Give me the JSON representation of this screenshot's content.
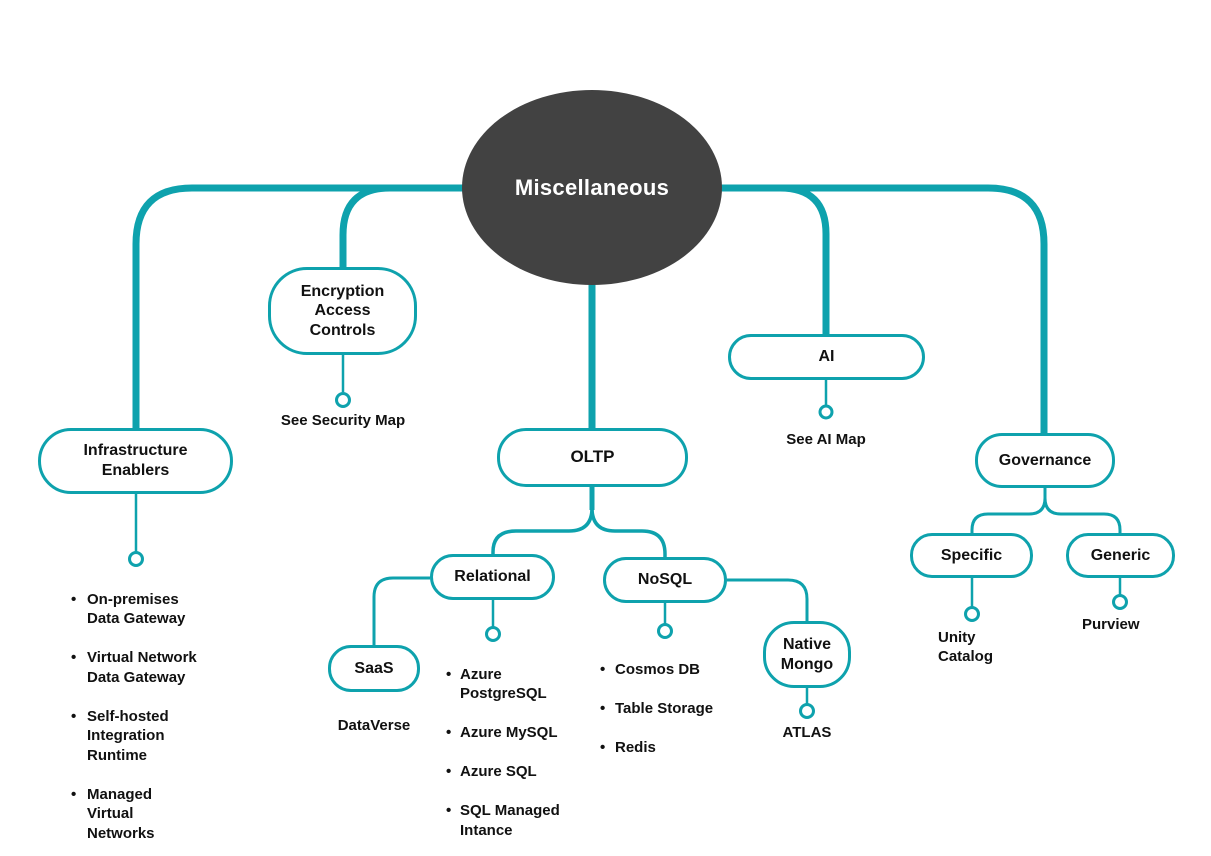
{
  "colors": {
    "accent": "#0ea2ad",
    "root_bg": "#424242",
    "root_text": "#ffffff",
    "text": "#111111",
    "canvas_bg": "#ffffff"
  },
  "mindmap": {
    "root_label": "Miscellaneous",
    "infrastructure": {
      "label": [
        "Infrastructure",
        "Enablers"
      ],
      "items": [
        [
          "On-premises",
          "Data Gateway"
        ],
        [
          "Virtual Network",
          "Data Gateway"
        ],
        [
          "Self-hosted",
          "Integration",
          "Runtime"
        ],
        [
          "Managed",
          "Virtual",
          "Networks"
        ]
      ]
    },
    "encryption": {
      "label": [
        "Encryption",
        "Access",
        "Controls"
      ],
      "note": "See Security Map"
    },
    "oltp": {
      "label": "OLTP",
      "relational": {
        "label": "Relational",
        "items": [
          [
            "Azure",
            "PostgreSQL"
          ],
          [
            "Azure MySQL"
          ],
          [
            "Azure SQL"
          ],
          [
            "SQL Managed",
            "Intance"
          ]
        ],
        "saas": {
          "label": "SaaS",
          "note": "DataVerse"
        }
      },
      "nosql": {
        "label": "NoSQL",
        "items": [
          [
            "Cosmos DB"
          ],
          [
            "Table Storage"
          ],
          [
            "Redis"
          ]
        ],
        "native_mongo": {
          "label": [
            "Native",
            "Mongo"
          ],
          "note": "ATLAS"
        }
      }
    },
    "ai": {
      "label": "AI",
      "note": "See AI Map"
    },
    "governance": {
      "label": "Governance",
      "specific": {
        "label": "Specific",
        "note": [
          "Unity",
          "Catalog"
        ]
      },
      "generic": {
        "label": "Generic",
        "note": "Purview"
      }
    }
  }
}
